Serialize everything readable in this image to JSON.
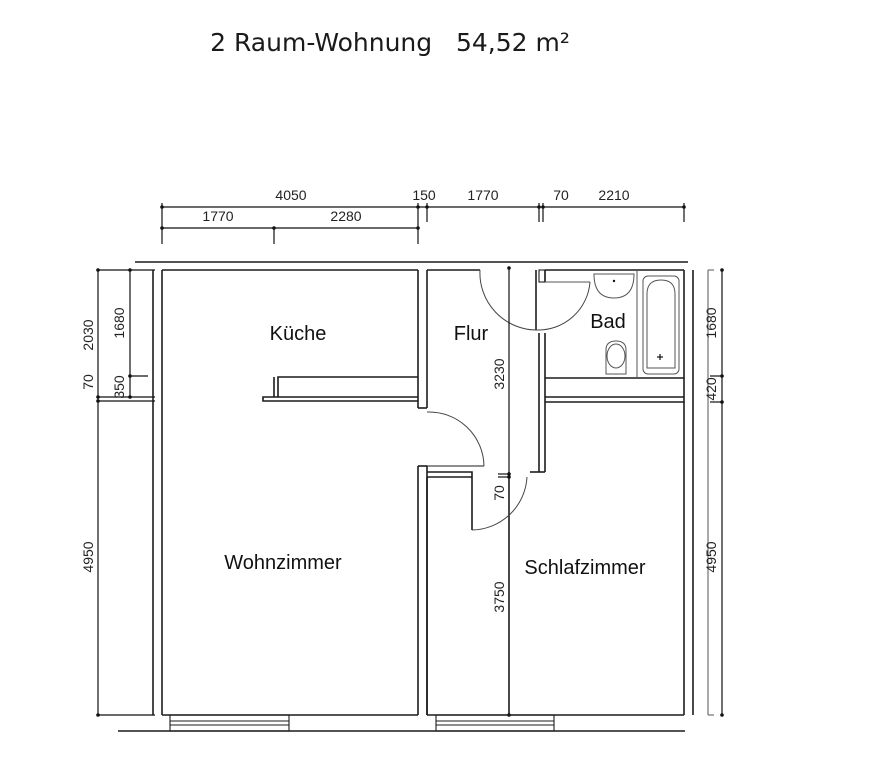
{
  "title": {
    "apartment_type": "2 Raum-Wohnung",
    "area": "54,52 m²"
  },
  "rooms": {
    "kitchen": "Küche",
    "hallway": "Flur",
    "bathroom": "Bad",
    "living_room": "Wohnzimmer",
    "bedroom": "Schlafzimmer"
  },
  "dimensions": {
    "top": {
      "total_left": "4050",
      "wall_1": "150",
      "hall_width": "1770",
      "wall_2": "70",
      "right_width": "2210",
      "kitchen_left": "1770",
      "kitchen_right": "2280"
    },
    "left": {
      "kitchen_total": "2030",
      "kitchen_inner": "1680",
      "wall_gap": "70",
      "counter": "350",
      "living_height": "4950"
    },
    "right": {
      "bath_height": "1680",
      "wall": "420",
      "bedroom_height": "4950"
    },
    "inner": {
      "hall_upper": "3230",
      "hall_wall": "70",
      "hall_lower": "3750"
    }
  }
}
